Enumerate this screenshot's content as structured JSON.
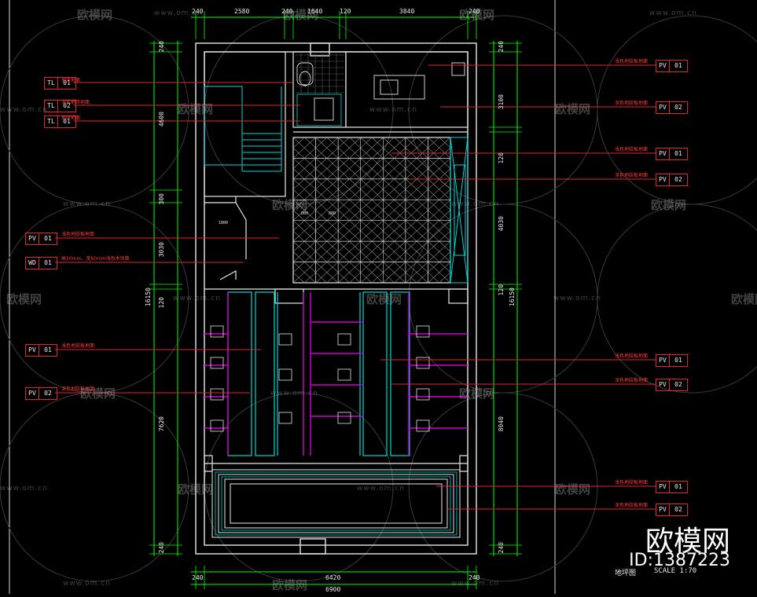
{
  "drawing": {
    "title": "地坪图",
    "scale": "SCALE 1:70"
  },
  "branding": {
    "site_name": "欧模网",
    "site_url": "www.om.cn",
    "image_id": "ID:1387223"
  },
  "dimensions": {
    "top": [
      "240",
      "2580",
      "240",
      "1640",
      "120",
      "3840",
      "240"
    ],
    "bottom": [
      "240",
      "6420",
      "240"
    ],
    "bottom_total": "6900",
    "left": [
      "240",
      "4600",
      "300",
      "3030",
      "120",
      "7620",
      "240"
    ],
    "left_total": "16150",
    "right": [
      "240",
      "3100",
      "120",
      "4030",
      "120",
      "8040",
      "240"
    ],
    "right_total": "16150",
    "inner": [
      "1800",
      "800",
      "800"
    ]
  },
  "left_tags": [
    {
      "code": "TL",
      "num": "01",
      "note": "地砖地面"
    },
    {
      "code": "TL",
      "num": "02",
      "note": "深色地砖地面"
    },
    {
      "code": "TL",
      "num": "01",
      "note": "地砖地面"
    },
    {
      "code": "PV",
      "num": "01",
      "note": "浅色地胶板地面"
    },
    {
      "code": "WD",
      "num": "01",
      "note": "高50mm，宽50mm浅色木饰面"
    },
    {
      "code": "PV",
      "num": "01",
      "note": "浅色地胶板地面"
    },
    {
      "code": "PV",
      "num": "02",
      "note": "深色地胶板地面"
    }
  ],
  "right_tags": [
    {
      "code": "PV",
      "num": "01",
      "note": "浅色地胶板地面"
    },
    {
      "code": "PV",
      "num": "02",
      "note": "深色地胶板地面"
    },
    {
      "code": "PV",
      "num": "01",
      "note": "浅色地胶板地面"
    },
    {
      "code": "PV",
      "num": "02",
      "note": "深色地胶板地面"
    },
    {
      "code": "PV",
      "num": "01",
      "note": "浅色地胶板地面"
    },
    {
      "code": "PV",
      "num": "02",
      "note": "深色地胶板地面"
    },
    {
      "code": "PV",
      "num": "01",
      "note": "浅色地胶板地面"
    },
    {
      "code": "PV",
      "num": "02",
      "note": "深色地胶板地面"
    }
  ],
  "colors": {
    "background": "#000000",
    "wall": "#e8e8e8",
    "dimension": "#00ff00",
    "leader": "#e0262b",
    "cabinet": "#00d7d7",
    "partition": "#d000d0",
    "tag_border": "#e0262b"
  }
}
